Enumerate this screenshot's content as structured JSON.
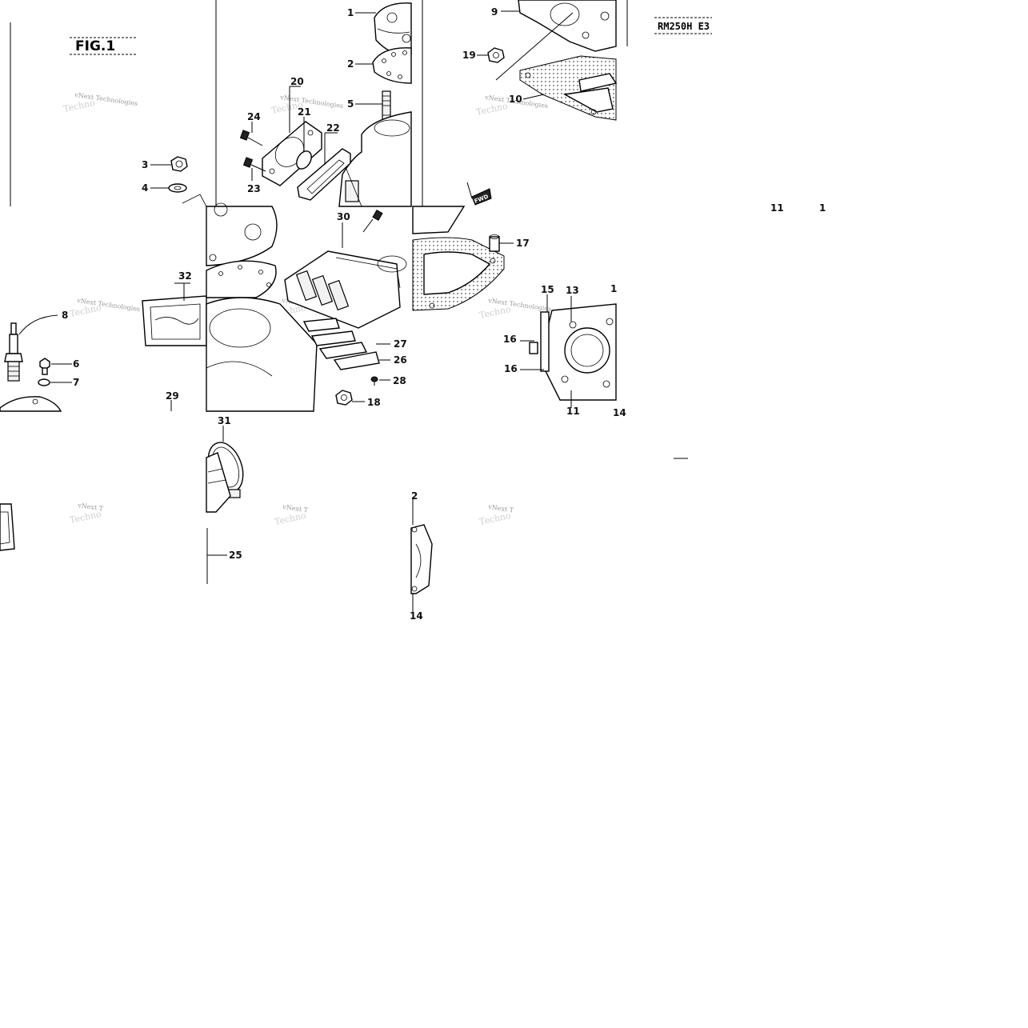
{
  "figure": {
    "title": "FIG.1",
    "model": "RM250H E3",
    "fwd_arrow_text": "FWD"
  },
  "watermarks": [
    {
      "line1": "vNext Technologies",
      "line2": "Techno"
    },
    {
      "line1": "vNext Technologies",
      "line2": "Techno"
    },
    {
      "line1": "vNext Technologies",
      "line2": "Techno"
    },
    {
      "line1": "vNext Technologies",
      "line2": "Techno"
    },
    {
      "line1": "vNext Technologies",
      "line2": "Techno"
    },
    {
      "line1": "vNext Technologies",
      "line2": "Techno"
    },
    {
      "line1": "vNext T",
      "line2": "Techno"
    },
    {
      "line1": "vNext T",
      "line2": "Techno"
    },
    {
      "line1": "vNext T",
      "line2": "Techno"
    }
  ],
  "callouts": {
    "c1": "1",
    "c2": "2",
    "c3": "3",
    "c4": "4",
    "c5": "5",
    "c6": "6",
    "c7": "7",
    "c8": "8",
    "c9": "9",
    "c10": "10",
    "c13": "13",
    "c15": "15",
    "c16a": "16",
    "c16b": "16",
    "c17": "17",
    "c18": "18",
    "c19": "19",
    "c20": "20",
    "c21": "21",
    "c22": "22",
    "c23": "23",
    "c24": "24",
    "c25": "25",
    "c26": "26",
    "c27": "27",
    "c28": "28",
    "c29": "29",
    "c30": "30",
    "c31": "31",
    "c32": "32",
    "f11a": "11",
    "f1a": "1",
    "f1b": "1",
    "f11b": "11",
    "f14": "14",
    "f2": "2",
    "f14b": "14"
  }
}
